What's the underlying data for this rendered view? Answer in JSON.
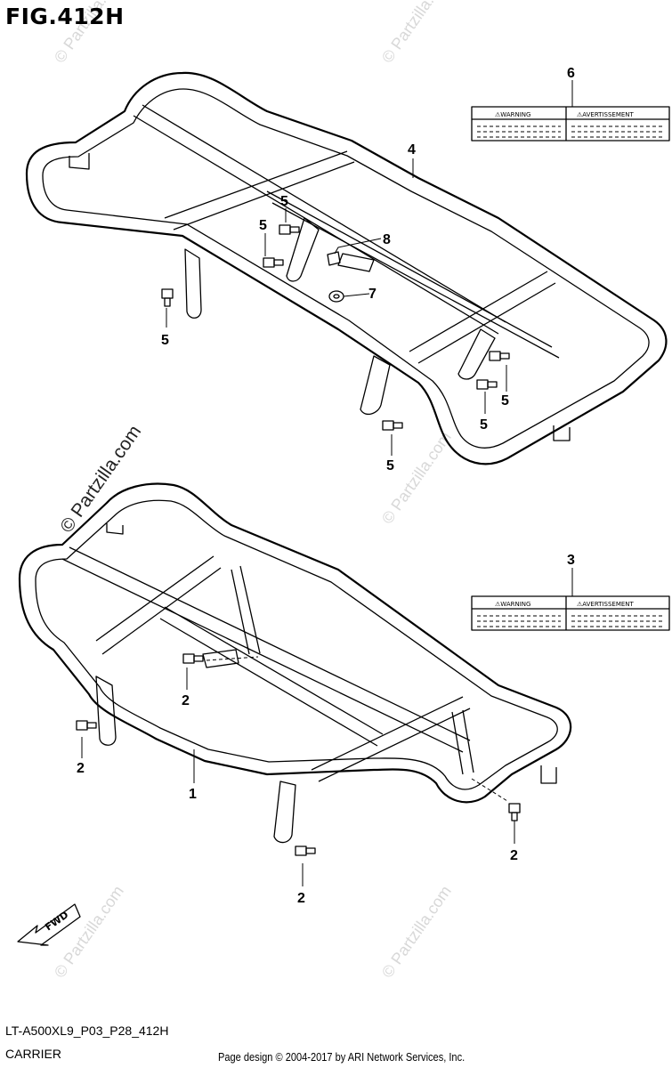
{
  "figure": {
    "title": "FIG.412H",
    "code": "LT-A500XL9_P03_P28_412H",
    "name": "CARRIER",
    "credit": "Page design © 2004-2017 by ARI Network Services, Inc."
  },
  "watermark": {
    "text": "© Partzilla.com",
    "faint_text": "© Partzilla.com"
  },
  "labels": {
    "warning": "⚠WARNING",
    "avertissement": "⚠AVERTISSEMENT"
  },
  "fwd_label": "FWD",
  "callouts": {
    "c1": "1",
    "c2a": "2",
    "c2b": "2",
    "c2c": "2",
    "c2d": "2",
    "c3": "3",
    "c4": "4",
    "c5a": "5",
    "c5b": "5",
    "c5c": "5",
    "c5d": "5",
    "c5e": "5",
    "c6": "6",
    "c7": "7",
    "c8": "8"
  },
  "colors": {
    "line": "#000000",
    "watermark": "#d8d8d8",
    "background": "#ffffff"
  }
}
